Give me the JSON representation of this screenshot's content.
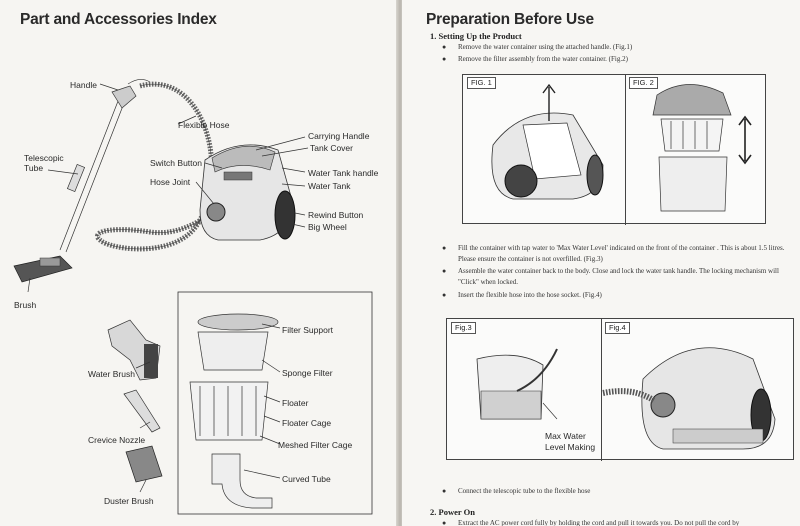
{
  "left_page": {
    "title": "Part and Accessories Index",
    "labels": {
      "handle": "Handle",
      "flexible_hose": "Flexible Hose",
      "telescopic_tube_1": "Telescopic",
      "telescopic_tube_2": "Tube",
      "switch_button": "Switch Button",
      "hose_joint": "Hose Joint",
      "carrying_handle": "Carrying Handle",
      "tank_cover": "Tank Cover",
      "water_tank_handle": "Water Tank handle",
      "water_tank": "Water Tank",
      "rewind_button": "Rewind Button",
      "big_wheel": "Big Wheel",
      "brush": "Brush",
      "water_brush": "Water Brush",
      "crevice_nozzle": "Crevice Nozzle",
      "duster_brush": "Duster Brush",
      "filter_support": "Filter Support",
      "sponge_filter": "Sponge Filter",
      "floater": "Floater",
      "floater_cage": "Floater Cage",
      "meshed_filter_cage": "Meshed Filter Cage",
      "curved_tube": "Curved Tube"
    }
  },
  "right_page": {
    "title": "Preparation Before Use",
    "section1": "1.  Setting Up the Product",
    "s1_bullets": [
      "Remove the water container using the attached handle.  (Fig.1)",
      "Remove the filter assembly from the water container.   (Fig.2)"
    ],
    "fig1": "FIG. 1",
    "fig2": "FIG. 2",
    "mid_bullets": [
      "Fill the container with tap water to 'Max Water Level' indicated on the front of the container . This is about 1.5 litres. Please ensure the container is not overfilled. (Fig.3)",
      "Assemble the water container back to the body. Close and lock the water tank handle. The locking mechanism will \"Click\" when locked.",
      "Insert the flexible hose into the hose socket. (Fig.4)"
    ],
    "fig3": "Fig.3",
    "fig4": "Fig.4",
    "max_water_1": "Max Water",
    "max_water_2": "Level Making",
    "connect_bullet": "Connect the telescopic tube to the flexible hose",
    "section2": "2.  Power On",
    "s2_bullet": "Extract the AC power cord fully by holding the cord and pull it towards you. Do not pull the cord by"
  }
}
